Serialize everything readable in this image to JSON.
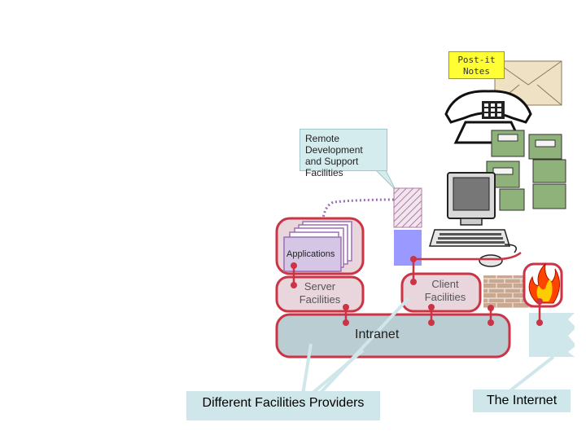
{
  "labels": {
    "post_it": "Post-it Notes",
    "remote": "Remote Development and Support Facilities",
    "applications": "Applications",
    "server": "Server Facilities",
    "client": "Client Facilities",
    "intranet": "Intranet",
    "providers": "Different Facilities Providers",
    "internet": "The Internet"
  },
  "colors": {
    "red": "#cc3344",
    "dark_red": "#aa2233",
    "pink_fill": "#e9d6dc",
    "intranet_fill": "#b9cdd2",
    "purple": "#9b6fb5",
    "purple_light": "#d6c6e6",
    "blue_box": "#9999ff",
    "cyan_line": "#cfe7ea",
    "cabinet": "#8fb27a",
    "brick": "#c9a892"
  },
  "icons": [
    "envelope-icon",
    "telephone-icon",
    "file-cabinet-icon",
    "computer-icon",
    "firewall-icon",
    "flame-icon",
    "network-cable-icon"
  ]
}
